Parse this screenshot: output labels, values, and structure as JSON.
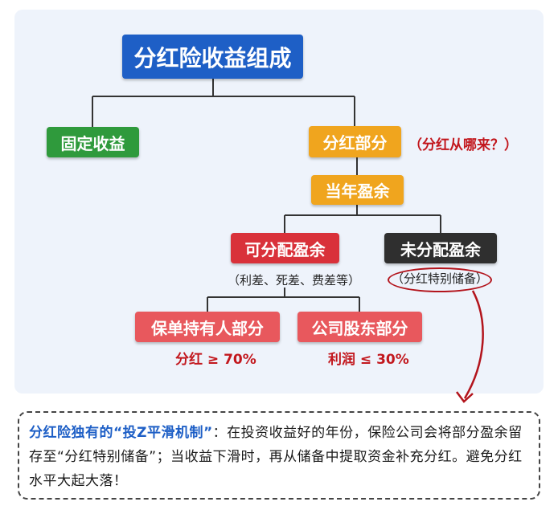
{
  "title": "分红险收益组成",
  "fixed": "固定收益",
  "dividend": "分红部分",
  "dividend_question": "（分红从哪来？）",
  "annual_surplus": "当年盈余",
  "distributable": "可分配盈余",
  "distributable_note": "（利差、死差、费差等）",
  "undistributed": "未分配盈余",
  "reserve": "（分红特别储备）",
  "policyholder": "保单持有人部分",
  "policyholder_ratio": "分红 ≥ 70%",
  "shareholder": "公司股东部分",
  "shareholder_ratio": "利润 ≤ 30%",
  "note": {
    "highlight": "分红险独有的“投Z平滑机制”",
    "text": "：在投资收益好的年份，保险公司会将部分盈余留存至“分红特别储备”；当收益下滑时，再从储备中提取资金补充分红。避免分红水平大起大落！"
  },
  "colors": {
    "title_blue": "#1e5fc6",
    "fixed_green": "#2f9a3c",
    "dividend_orange": "#f0a51e",
    "distributable_red": "#d9313a",
    "undistributed_dark": "#2f2f2f",
    "split_pink": "#e8585d",
    "accent_red": "#c2171d"
  }
}
